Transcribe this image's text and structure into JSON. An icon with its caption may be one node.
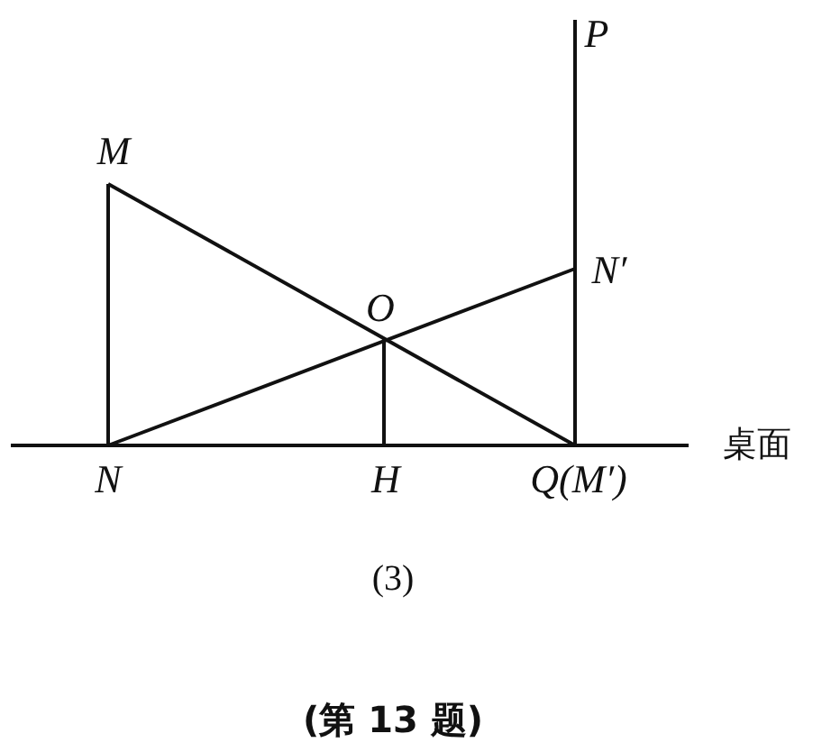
{
  "diagram": {
    "caption": "(第 13 题)",
    "labels": [
      "P",
      "M",
      "N′",
      "O",
      "N",
      "H",
      "Q(M′)",
      "桌面",
      "(3)"
    ]
  }
}
